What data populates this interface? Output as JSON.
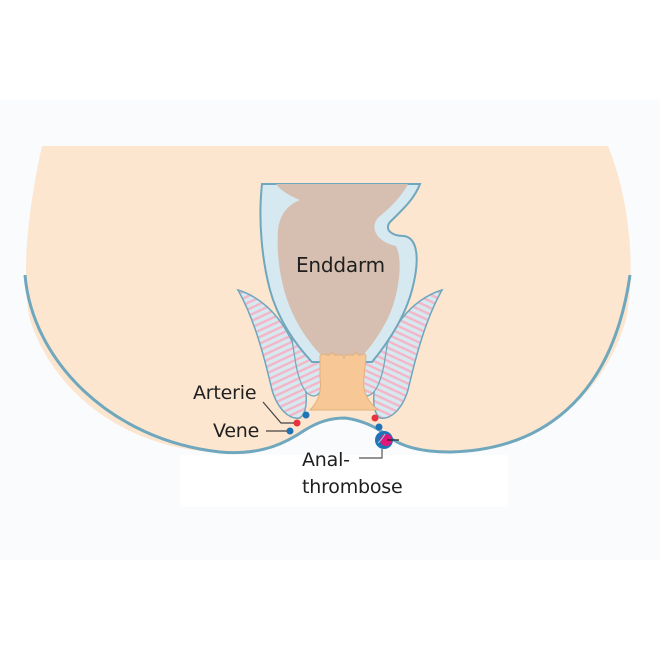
{
  "figure": {
    "type": "anatomical-diagram",
    "labels": {
      "rectum": "Enddarm",
      "artery": "Arterie",
      "vein": "Vene",
      "thrombosis_line1": "Anal-",
      "thrombosis_line2": "thrombose"
    },
    "colors": {
      "skin": "#fce6d0",
      "outline": "#6fa7bd",
      "rectum_fill": "#d6bfb0",
      "mucosa": "#d6e8f0",
      "muscle_stripe": "#f4b6c6",
      "anal_canal": "#f7c896",
      "artery": "#e8323c",
      "vein": "#1f73b7",
      "thrombus": "#e0167a",
      "text": "#1f1f1f"
    }
  }
}
